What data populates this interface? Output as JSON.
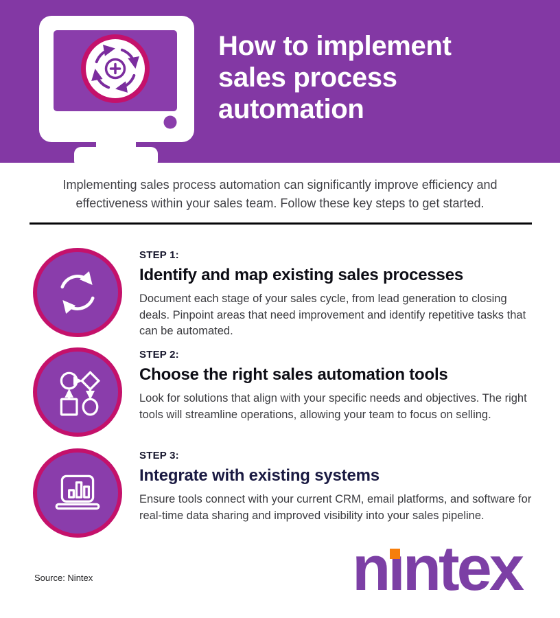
{
  "header": {
    "title_lines": [
      "How to implement",
      "sales process",
      "automation"
    ],
    "monitor_icon": "monitor-with-process-cycle-icon"
  },
  "intro": {
    "text": "Implementing sales process automation can significantly improve efficiency and effectiveness within your sales team. Follow these key steps to get started."
  },
  "steps": [
    {
      "label": "STEP 1:",
      "heading": "Identify and map existing sales processes",
      "body": "Document each stage of your sales cycle, from lead generation to closing deals. Pinpoint areas that need improvement and identify repetitive tasks that can be automated.",
      "icon": "cycle-arrows-icon"
    },
    {
      "label": "STEP 2:",
      "heading": "Choose the right sales automation tools",
      "body": "Look for solutions that align with your specific needs and objectives. The right tools will streamline operations, allowing your team to focus on selling.",
      "icon": "flowchart-icon"
    },
    {
      "label": "STEP 3:",
      "heading": "Integrate with existing systems",
      "body": "Ensure tools connect with your current CRM, email platforms, and software for real-time data sharing and improved visibility into your sales pipeline.",
      "icon": "laptop-bar-chart-icon"
    }
  ],
  "footer": {
    "source": "Source: Nintex",
    "logo_text": "nintex",
    "logo_parts": [
      "n",
      "ı",
      "ntex"
    ]
  },
  "colors": {
    "header_purple": "#8338A4",
    "screen_purple": "#8A3DAB",
    "ring_magenta": "#C4116B",
    "icon_stroke_purple": "#7B2D9E",
    "heading_dark": "#0d0d15",
    "heading_navy": "#1A1A42",
    "body_gray": "#3a3a3e",
    "divider_black": "#050508",
    "logo_purple": "#7C3FA5",
    "logo_orange": "#F77E0B"
  }
}
